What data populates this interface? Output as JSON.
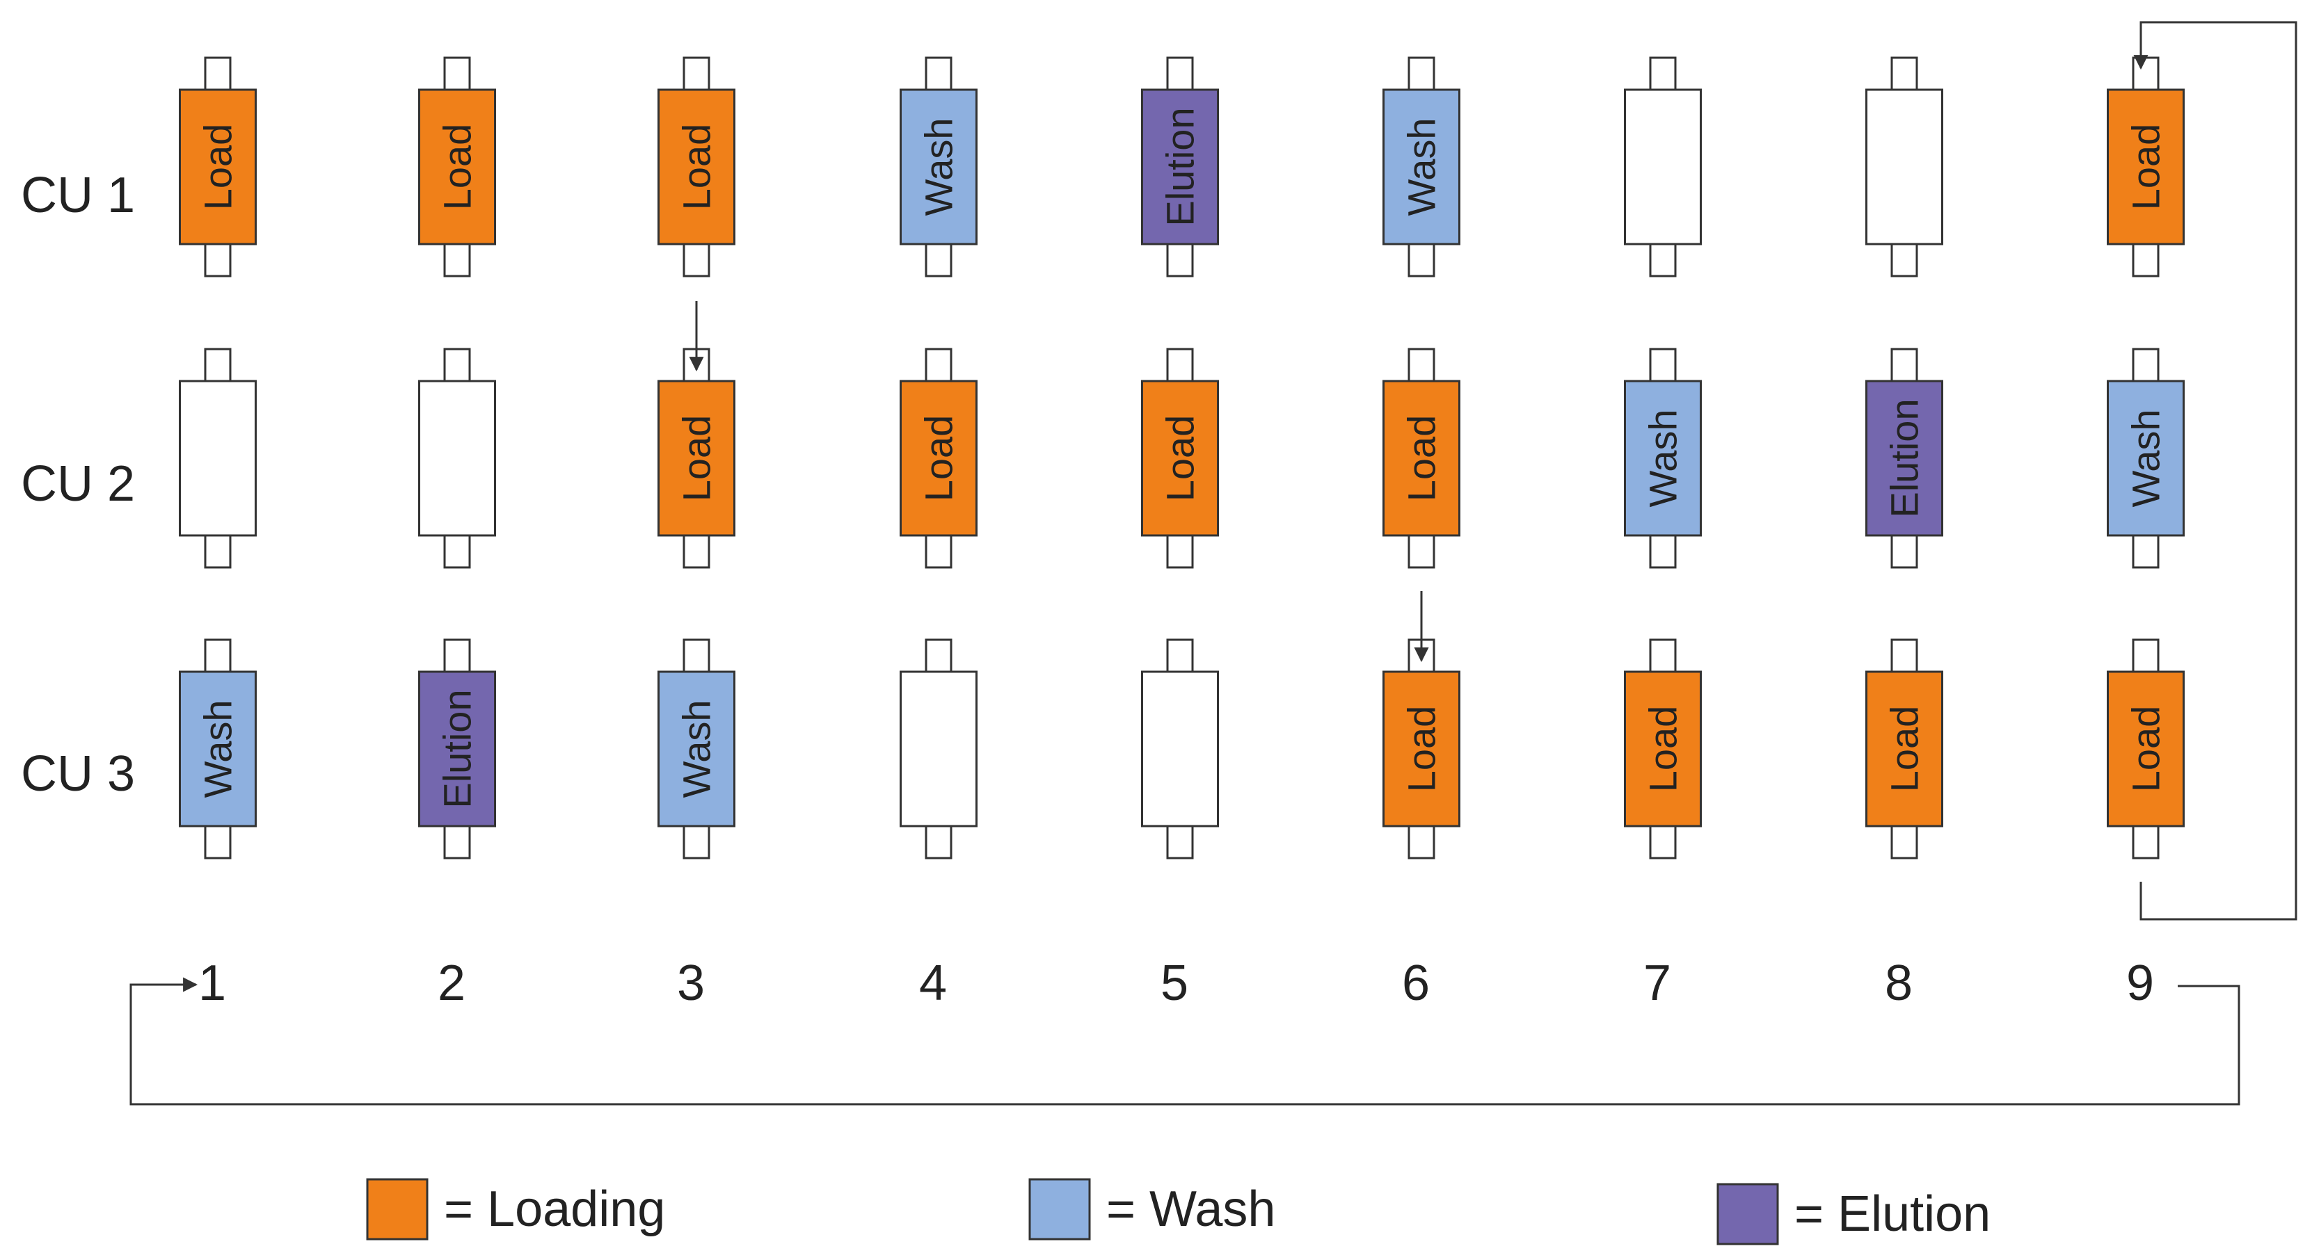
{
  "colors": {
    "Load": "#F08019",
    "Wash": "#8EB0DF",
    "Elution": "#7467AE",
    "empty": "#FFFFFF"
  },
  "rows": [
    {
      "label": "CU 1",
      "cells": [
        "Load",
        "Load",
        "Load",
        "Wash",
        "Elution",
        "Wash",
        "",
        "",
        "Load"
      ]
    },
    {
      "label": "CU 2",
      "cells": [
        "",
        "",
        "Load",
        "Load",
        "Load",
        "Load",
        "Wash",
        "Elution",
        "Wash"
      ]
    },
    {
      "label": "CU 3",
      "cells": [
        "Wash",
        "Elution",
        "Wash",
        "",
        "",
        "Load",
        "Load",
        "Load",
        "Load"
      ]
    }
  ],
  "steps": [
    "1",
    "2",
    "3",
    "4",
    "5",
    "6",
    "7",
    "8",
    "9"
  ],
  "legend": [
    {
      "key": "Load",
      "text": "= Loading"
    },
    {
      "key": "Wash",
      "text": "= Wash"
    },
    {
      "key": "Elution",
      "text": "= Elution"
    }
  ]
}
